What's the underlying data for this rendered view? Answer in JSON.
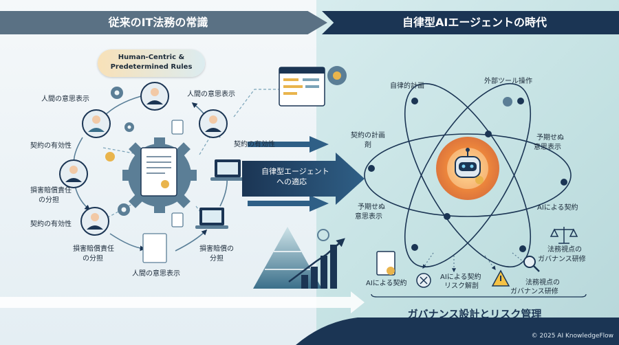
{
  "header": {
    "left_title": "従来のIT法務の常識",
    "right_title": "自律型AIエージェントの時代"
  },
  "left": {
    "pill_line1": "Human-Centric &",
    "pill_line2": "Predetermined Rules",
    "labels": {
      "intent_top_left": "人間の意思表示",
      "intent_top_right": "人間の意思表示",
      "validity_left": "契約の有効性",
      "validity_right": "契約の有効性",
      "liability_left_1": "損害賠償責任",
      "liability_left_2": "の分担",
      "validity_lower": "契約の有効性",
      "liability_lower_1": "損害賠償責任",
      "liability_lower_2": "の分担",
      "damages_1": "損害賠償の",
      "damages_2": "分担",
      "intent_bottom": "人間の意思表示"
    }
  },
  "center": {
    "arrow_line1": "自律型エージェント",
    "arrow_line2": "への適応"
  },
  "right": {
    "labels": {
      "autonomous_planning": "自律的計画",
      "external_tools": "外部ツール操作",
      "contract_planning_1": "契約の計画",
      "contract_planning_2": "剤",
      "unexpected_intent_r1": "予期せぬ",
      "unexpected_intent_r2": "意思表示",
      "unexpected_intent_l1": "予期せぬ",
      "unexpected_intent_l2": "意思表示",
      "ai_contract_right": "AIによる契約",
      "governance_training_r1": "法務視点の",
      "governance_training_r2": "ガバナンス研修",
      "ai_contract_bottom": "AIによる契約",
      "risk_analysis_1": "AIによる契約",
      "risk_analysis_2": "リスク解剖",
      "governance_training_b1": "法務視点の",
      "governance_training_b2": "ガバナンス研修"
    },
    "footer_title": "ガバナンス設計とリスク管理"
  },
  "copyright": "© 2025 AI KnowledgeFlow",
  "colors": {
    "navy": "#1b3554",
    "teal": "#3f8a9a",
    "orange": "#f08a3c",
    "gold": "#e9b44c"
  }
}
